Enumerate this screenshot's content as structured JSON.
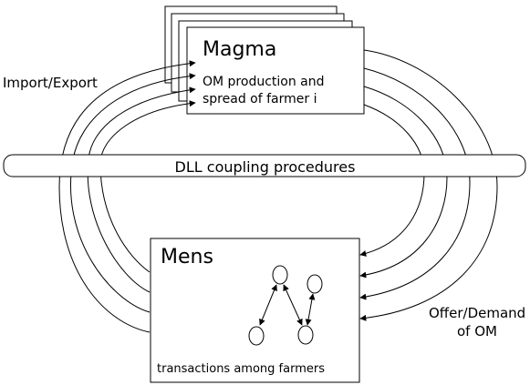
{
  "magma": {
    "title": "Magma",
    "description": "OM production and spread of farmer i"
  },
  "mens": {
    "title": "Mens",
    "description": "transactions among farmers"
  },
  "coupling": {
    "label": "DLL coupling procedures"
  },
  "flows": {
    "import_export": "Import/Export",
    "offer_demand": "Offer/Demand of OM"
  }
}
